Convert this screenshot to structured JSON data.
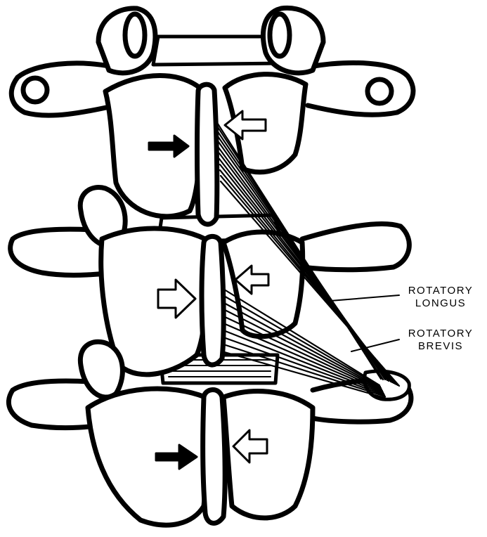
{
  "labels": {
    "rotatory_longus": {
      "line1": "ROTATORY",
      "line2": "LONGUS"
    },
    "rotatory_brevis": {
      "line1": "ROTATORY",
      "line2": "BREVIS"
    }
  },
  "colors": {
    "ink": "#000000",
    "paper": "#ffffff"
  }
}
